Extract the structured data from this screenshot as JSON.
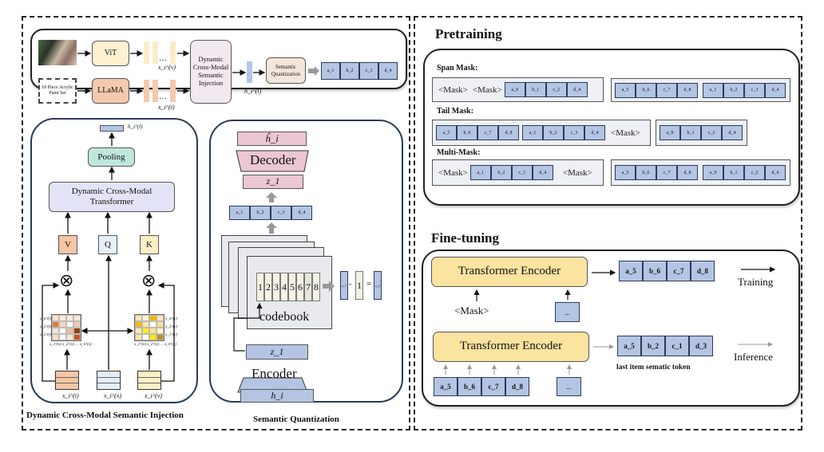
{
  "left_panel": {
    "pipeline": {
      "image_input": "product-image",
      "text_input": "18 Piece Acrylic Paint Set",
      "vit_label": "ViT",
      "llama_label": "LLaMA",
      "visual_embed_label": "x_i^(v)",
      "text_embed_label": "x_i^(t)",
      "dcmsi_label": "Dynamic Cross-Modal Semantic Injection",
      "fused_label": "h_i^(l)",
      "sq_label": "Semantic Quantization",
      "tokens": [
        "a_1",
        "b_2",
        "c_3",
        "d_4"
      ],
      "colors": {
        "vit": "#fdf1d2",
        "llama": "#f5c9ad",
        "dcmsi": "#f2e8ef",
        "sq": "#f4e6da",
        "token": "#b4c5e4"
      }
    },
    "injection": {
      "output_label": "h_i^(l)",
      "pooling_label": "Pooling",
      "transformer_label": "Dynamic Cross-Modal Transformer",
      "v_label": "V",
      "q_label": "Q",
      "k_label": "K",
      "multiply_symbol": "⊗",
      "text_input_label": "x_i^(t)",
      "cross_input_label": "x_i^(x)",
      "visual_input_label": "x_i^(v)",
      "heatmap_left_rows": [
        "x_n^(t)",
        "x_2^(t)",
        "x_1^(t)"
      ],
      "heatmap_left_cols": "x_1^(x) x_2^(x) … x_n^(x)",
      "heatmap_right_rows": [
        "x_n^(v)",
        "x_2^(v)",
        "x_1^(v)"
      ],
      "heatmap_right_cols": "x_1^(x) x_2^(x) … x_n^(x)",
      "caption": "Dynamic Cross-Modal Semantic Injection",
      "colors": {
        "pooling": "#bfe6dd",
        "transformer": "#e4e4f8",
        "v": "#f5c6a5",
        "q": "#e6f0f8",
        "k": "#fdefc4"
      }
    },
    "quantization": {
      "h_hat_label": "ĥ_i",
      "decoder_label": "Decoder",
      "z1_top_label": "z_1",
      "tokens": [
        "a_1",
        "b_2",
        "c_3",
        "d_4"
      ],
      "codebook_label": "codebook",
      "codebook_entries": [
        "1",
        "2",
        "3",
        "4",
        "5",
        "6",
        "7",
        "8"
      ],
      "residual_eq": {
        "lhs": "z_1",
        "minus": "-",
        "code": "1",
        "equals": "=",
        "rhs": "z_2"
      },
      "z1_bottom_label": "z_1",
      "encoder_label": "Encoder",
      "h_label": "h_i",
      "caption": "Semantic Quantization",
      "colors": {
        "decoder": "#ecc6d3",
        "encoder": "#b4c5e4"
      }
    }
  },
  "right_panel": {
    "pretraining": {
      "title": "Pretraining",
      "span_mask": {
        "label": "Span Mask:",
        "input_masks": [
          "<Mask>",
          "<Mask>"
        ],
        "input_tokens": [
          "a_9",
          "b_1",
          "c_2",
          "d_4"
        ],
        "target_tokens_a": [
          "a_5",
          "b_6",
          "c_7",
          "d_8"
        ],
        "target_tokens_b": [
          "a_1",
          "b_2",
          "c_3",
          "d_4"
        ]
      },
      "tail_mask": {
        "label": "Tail Mask:",
        "input_tokens_a": [
          "a_5",
          "b_6",
          "c_7",
          "d_8"
        ],
        "input_tokens_b": [
          "a_1",
          "b_2",
          "c_3",
          "d_4"
        ],
        "input_mask": "<Mask>",
        "target_tokens": [
          "a_9",
          "b_1",
          "c_2",
          "d_4"
        ]
      },
      "multi_mask": {
        "label": "Multi-Mask:",
        "input_mask_a": "<Mask>",
        "input_tokens": [
          "a_1",
          "b_2",
          "c_3",
          "d_4"
        ],
        "input_mask_b": "<Mask>",
        "target_tokens_a": [
          "a_5",
          "b_6",
          "c_7",
          "d_8"
        ],
        "target_tokens_b": [
          "a_9",
          "b_1",
          "c_2",
          "d_4"
        ]
      }
    },
    "finetuning": {
      "title": "Fine-tuning",
      "training": {
        "encoder_label": "Transformer Encoder",
        "mask_input": "<Mask>",
        "ellipsis": "...",
        "output_tokens": [
          "a_5",
          "b_6",
          "c_7",
          "d_8"
        ],
        "legend": "Training"
      },
      "inference": {
        "encoder_label": "Transformer Encoder",
        "input_tokens": [
          "a_5",
          "b_6",
          "c_7",
          "d_8"
        ],
        "ellipsis": "...",
        "output_tokens": [
          "a_5",
          "b_2",
          "c_1",
          "d_3"
        ],
        "output_caption": "last item sematic token",
        "legend": "Inference"
      },
      "colors": {
        "encoder": "#fbe3a0",
        "token": "#b4c5e4"
      }
    }
  }
}
